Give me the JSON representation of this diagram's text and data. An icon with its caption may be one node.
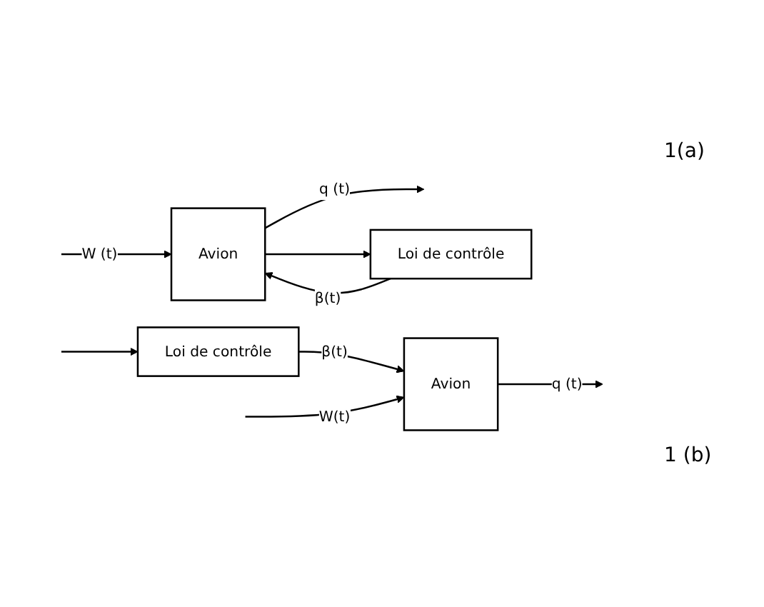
{
  "diagram": {
    "nodes": [
      {
        "text": [
          "Avion"
        ]
      },
      {
        "text": [
          "Loi de contrôle"
        ]
      },
      {
        "text": [
          "Avion"
        ]
      },
      {
        "text": [
          "Loi de contrôle"
        ]
      }
    ],
    "edges": [
      {
        "from": null,
        "to": 0,
        "arrow": "to",
        "label": "W (t)"
      },
      {
        "from": 0,
        "to": null,
        "arrow": "to",
        "label": "q (t)"
      },
      {
        "from": 0,
        "to": 1,
        "arrow": "to"
      },
      {
        "from": 1,
        "to": 0,
        "arrow": "to",
        "label": "β(t)"
      },
      {
        "from": null,
        "to": 2,
        "arrow": "to",
        "label": "W(t)"
      },
      {
        "from": null,
        "to": 3,
        "arrow": "to"
      },
      {
        "from": 3,
        "to": 2,
        "arrow": "to",
        "label": "β(t)"
      },
      {
        "from": 2,
        "to": null,
        "arrow": "to",
        "label": "q (t)"
      }
    ],
    "labels": [
      "1(a)",
      "1 (b)"
    ]
  }
}
